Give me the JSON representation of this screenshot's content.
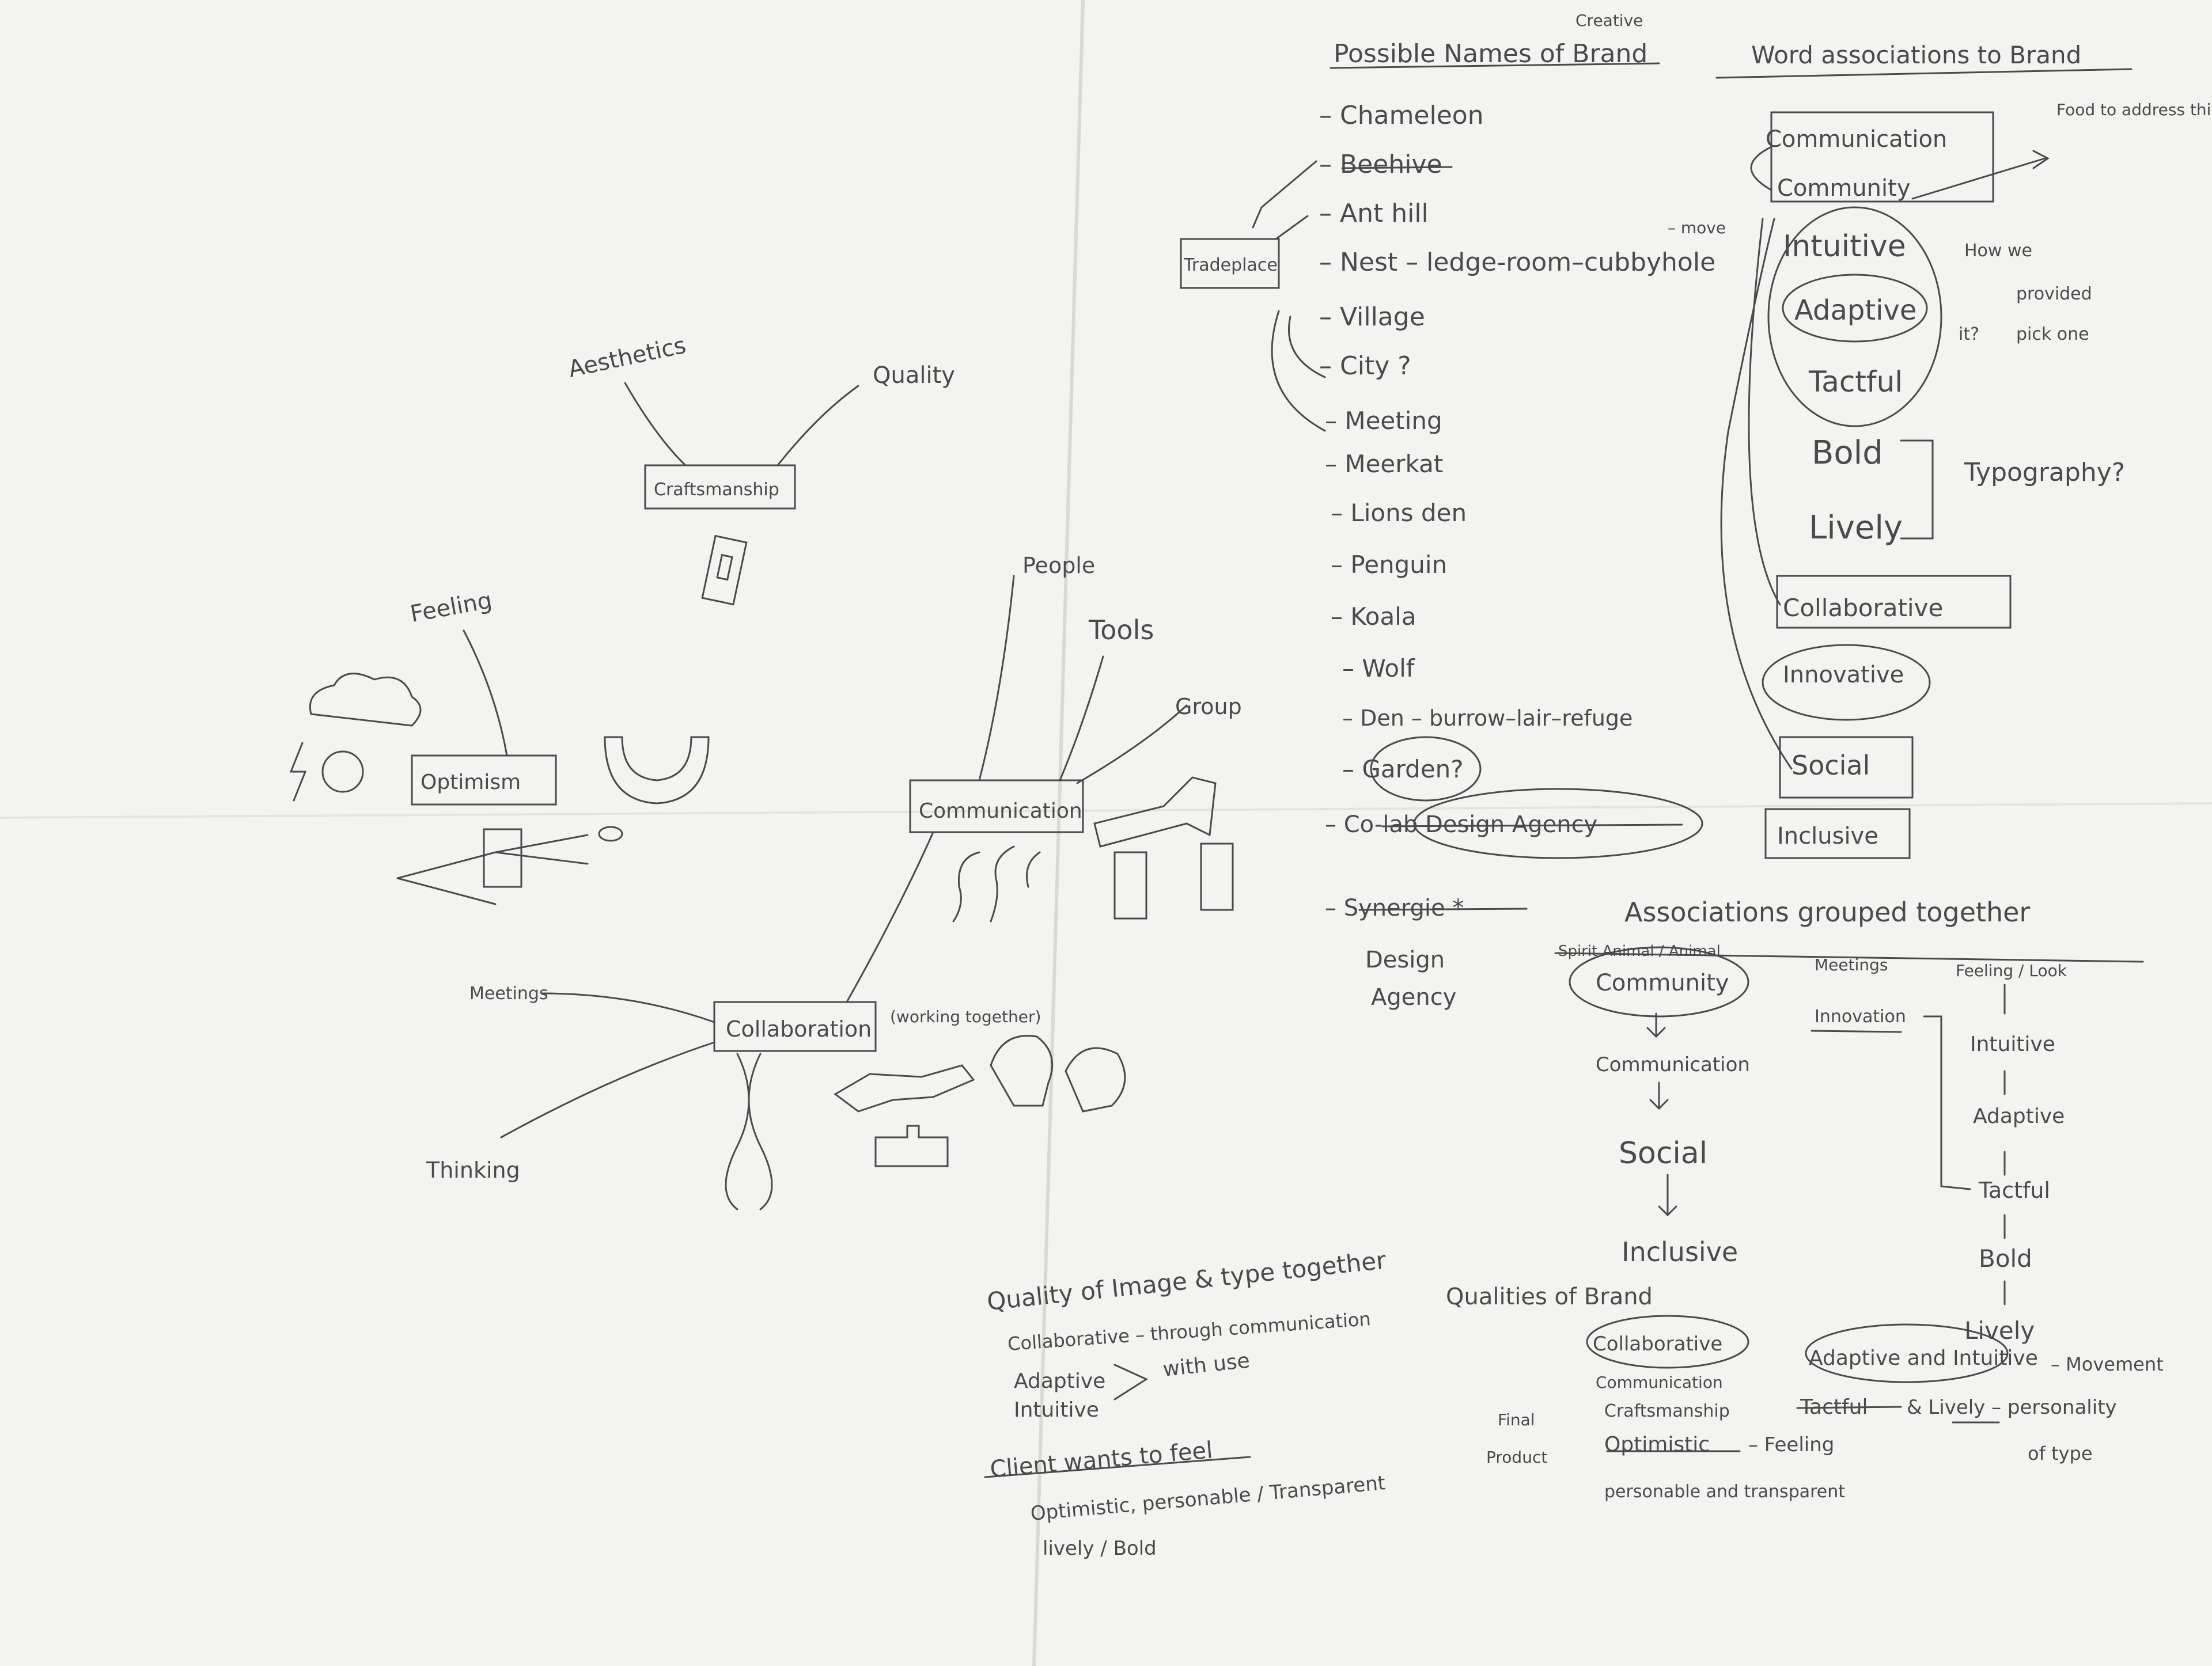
{
  "colors": {
    "paper": "#f3f3f1",
    "pencil": "#4a4a4a",
    "background": "#8b8f93"
  },
  "left_map": {
    "craftsmanship": {
      "center": "Craftsmanship",
      "aesthetics": "Aesthetics",
      "quality": "Quality"
    },
    "optimism": {
      "center": "Optimism",
      "feeling": "Feeling"
    },
    "communication": {
      "center": "Communication",
      "people": "People",
      "tools": "Tools",
      "group": "Group"
    },
    "collaboration": {
      "center": "Collaboration",
      "note": "(working together)",
      "meetings": "Meetings",
      "thinking": "Thinking"
    }
  },
  "names": {
    "header": "Possible Names of Brand",
    "header_insert": "Creative",
    "items": [
      "Chameleon",
      "Beehive",
      "Ant hill",
      "Nest – ledge-room–cubbyhole",
      "Village",
      "City ?",
      "Meeting",
      "Meerkat",
      "Lions den",
      "Penguin",
      "Koala",
      "Wolf",
      "Den – burrow–lair–refuge",
      "Garden",
      "Co-lab Design Agency",
      "Synergie",
      "Design",
      "Agency"
    ],
    "trade_label": "Tradeplace",
    "move_note": "– move"
  },
  "associations": {
    "header": "Word associations to Brand",
    "box1": [
      "Communication",
      "Community"
    ],
    "need_note": "Food to address this need?",
    "group2": [
      "Intuitive",
      "Adaptive",
      "Tactful"
    ],
    "how_note": [
      "How we",
      "provided",
      "it?",
      "pick one"
    ],
    "bold_lively": [
      "Bold",
      "Lively"
    ],
    "typography": "Typography?",
    "lower": [
      "Collaborative",
      "Innovative",
      "Social",
      "Inclusive"
    ]
  },
  "grouped": {
    "header": "Associations grouped together",
    "col1_head": "Spirit Animal / Animal",
    "col1": [
      "Community",
      "Communication",
      "Social",
      "Inclusive"
    ],
    "col2_head": "Meetings",
    "col2": [
      "Innovation"
    ],
    "col3_head": "Feeling / Look",
    "col3": [
      "Intuitive",
      "Adaptive",
      "Tactful",
      "Bold",
      "Lively"
    ]
  },
  "qualities": {
    "header": "Qualities of Brand",
    "left": [
      "Collaborative",
      "Communication",
      "Craftsmanship",
      "Optimistic"
    ],
    "right": [
      "Adaptive and Intuitive",
      "– Movement",
      "Tactful",
      "& Lively – personality",
      "of type"
    ],
    "feeling": "– Feeling",
    "final_product": [
      "Final",
      "Product"
    ],
    "personable": "personable and transparent"
  },
  "image_type": {
    "header": "Quality of Image & type together",
    "lines": [
      "Collaborative – through communication",
      "Adaptive",
      "with use",
      "Intuitive"
    ]
  },
  "client": {
    "header": "Client wants to feel",
    "lines": [
      "Optimistic, personable / Transparent",
      "lively / Bold"
    ]
  }
}
